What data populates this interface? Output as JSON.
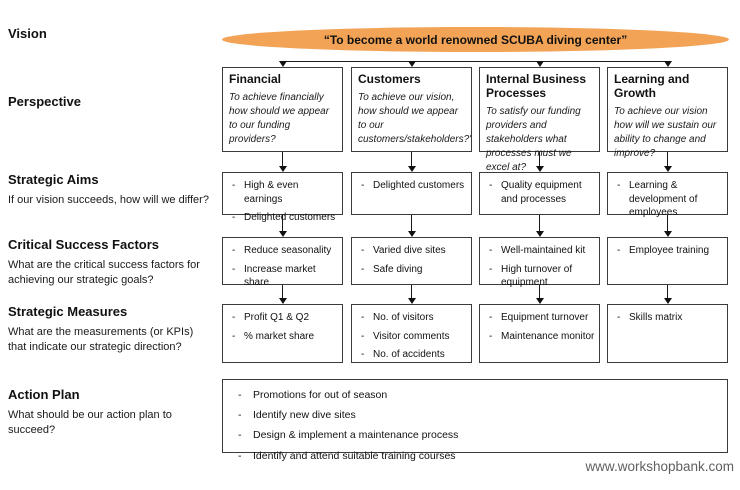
{
  "vision": {
    "label": "Vision",
    "statement": "“To become a world renowned SCUBA diving center”"
  },
  "perspective_label": "Perspective",
  "left_labels": {
    "aims": {
      "title": "Strategic Aims",
      "question": "If our vision succeeds, how will we differ?"
    },
    "csf": {
      "title": "Critical Success Factors",
      "question": "What are the critical success factors for achieving our strategic goals?"
    },
    "measures": {
      "title": "Strategic Measures",
      "question": "What are the measurements (or KPIs) that indicate our strategic direction?"
    },
    "action": {
      "title": "Action Plan",
      "question": "What should be our action plan to succeed?"
    }
  },
  "columns": [
    {
      "title": "Financial",
      "question": "To achieve financially how should we appear to our funding providers?",
      "aims": [
        "High & even earnings",
        "Delighted customers"
      ],
      "csf": [
        "Reduce seasonality",
        "Increase market share"
      ],
      "measures": [
        "Profit Q1 & Q2",
        "% market share"
      ]
    },
    {
      "title": "Customers",
      "question": "To achieve our vision, how should we appear to our customers/stakeholders?'",
      "aims": [
        "Delighted customers"
      ],
      "csf": [
        "Varied dive sites",
        "Safe diving"
      ],
      "measures": [
        "No. of visitors",
        "Visitor comments",
        "No. of accidents"
      ]
    },
    {
      "title": "Internal Business Processes",
      "question": "To satisfy our funding providers and stakeholders what processes must we excel at?",
      "aims": [
        "Quality equipment and processes"
      ],
      "csf": [
        "Well-maintained kit",
        "High turnover of equipment"
      ],
      "measures": [
        "Equipment turnover",
        "Maintenance monitor"
      ]
    },
    {
      "title": "Learning and Growth",
      "question": "To achieve our vision how will we sustain our ability to change and improve?",
      "aims": [
        "Learning & development of employees"
      ],
      "csf": [
        "Employee training"
      ],
      "measures": [
        "Skills matrix"
      ]
    }
  ],
  "action_plan": {
    "items": [
      "Promotions for out of season",
      "Identify new dive sites",
      "Design & implement a maintenance process",
      "Identify and attend suitable training courses"
    ]
  },
  "watermark": "www.workshopbank.com",
  "colors": {
    "vision_fill": "#F2A355",
    "box_border": "#3B3B3B",
    "arrow": "#1A1A1A",
    "watermark_text": "#5F5F5F"
  }
}
